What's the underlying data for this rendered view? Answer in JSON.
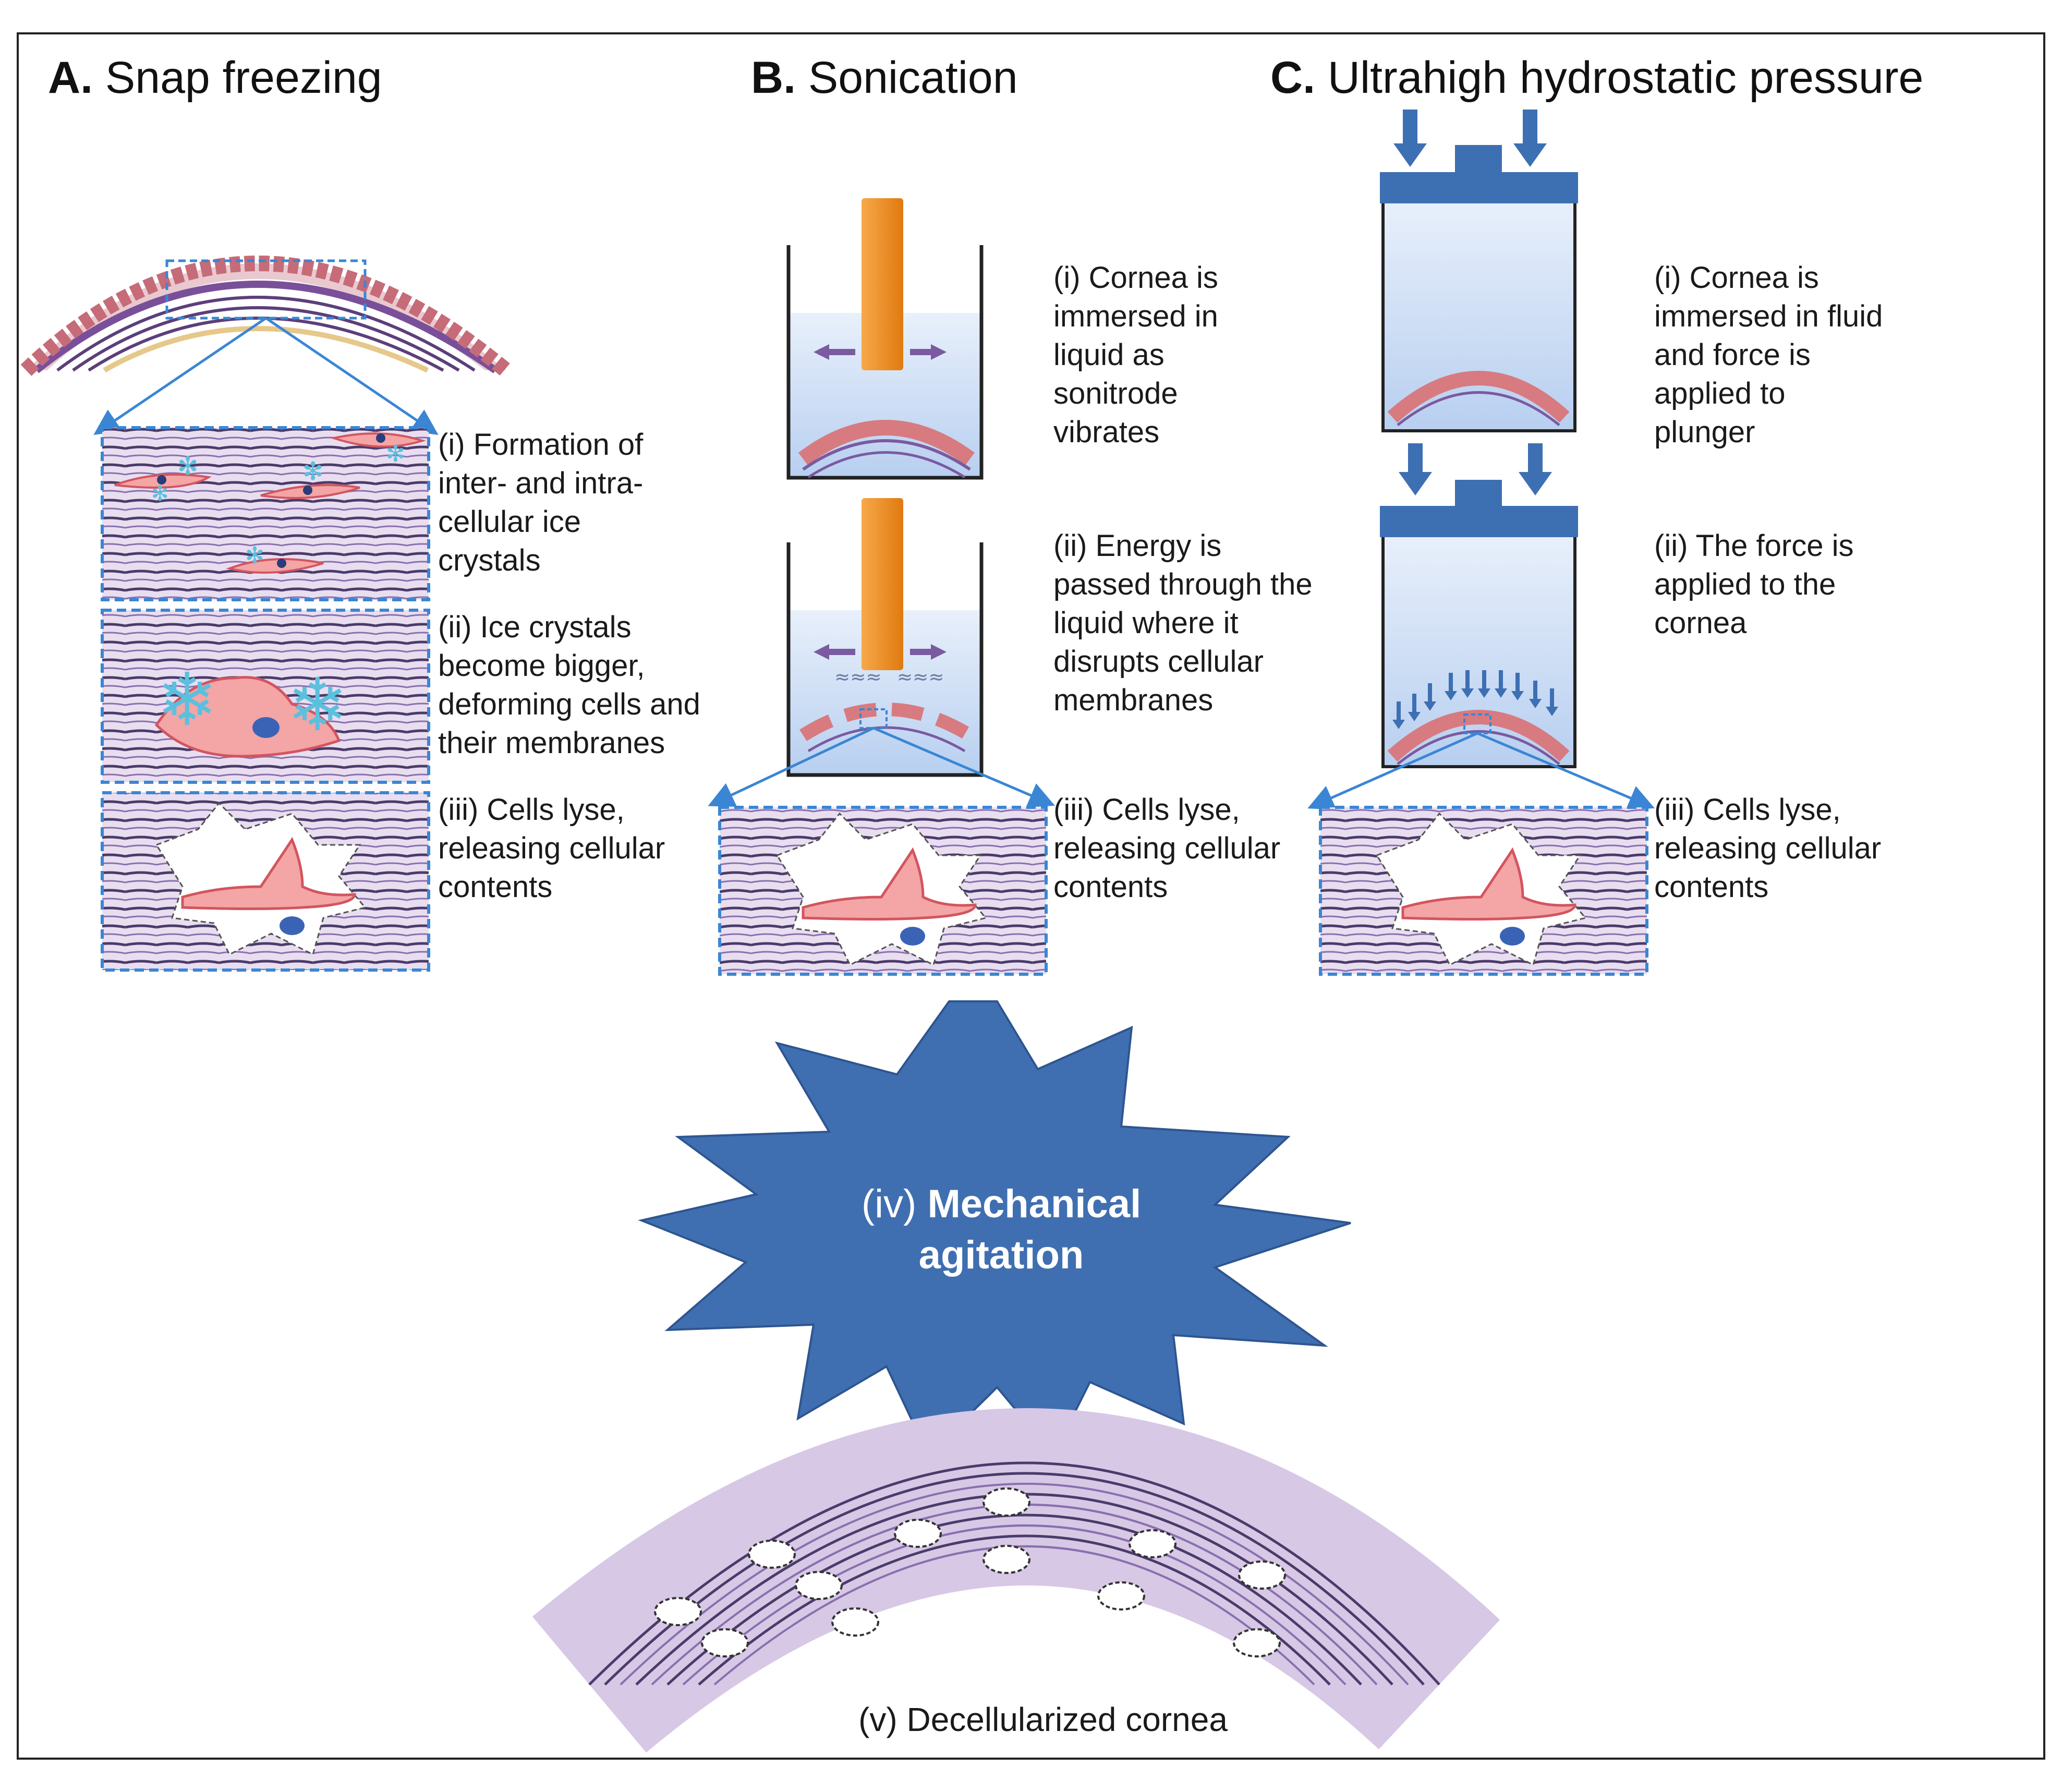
{
  "panels": {
    "a": {
      "letter": "A.",
      "title": "Snap freezing",
      "steps": [
        "(i) Formation of\ninter- and intra-\ncellular ice\ncrystals",
        "(ii) Ice crystals\nbecome bigger,\ndeforming cells and\ntheir membranes",
        "(iii) Cells lyse,\nreleasing cellular\ncontents"
      ]
    },
    "b": {
      "letter": "B.",
      "title": "Sonication",
      "steps": [
        "(i) Cornea is\nimmersed in\nliquid as\nsonitrode\nvibrates",
        "(ii) Energy  is\npassed through the\nliquid where it\ndisrupts cellular\nmembranes",
        "(iii) Cells lyse,\nreleasing cellular\ncontents"
      ]
    },
    "c": {
      "letter": "C.",
      "title": "Ultrahigh hydrostatic pressure",
      "steps": [
        "(i) Cornea is\nimmersed in fluid\nand force is\napplied to\nplunger",
        "(ii) The force is\napplied to the\ncornea",
        "(iii) Cells lyse,\nreleasing cellular\ncontents"
      ]
    }
  },
  "center": {
    "number": "(iv)",
    "label_line1": "Mechanical",
    "label_line2": "agitation"
  },
  "result": {
    "caption": "(v) Decellularized cornea"
  },
  "colors": {
    "star_fill": "#3f6fb0",
    "box_dash": "#3a86d4",
    "tissue_bg": "#e8def0",
    "tissue_line": "#4a3b6a",
    "cell": "#f4a5a5",
    "sonitrode": "#f08c1c",
    "liquid": "#cfe0f5",
    "plunger": "#3d6fb3",
    "ice": "#5bc0de"
  }
}
